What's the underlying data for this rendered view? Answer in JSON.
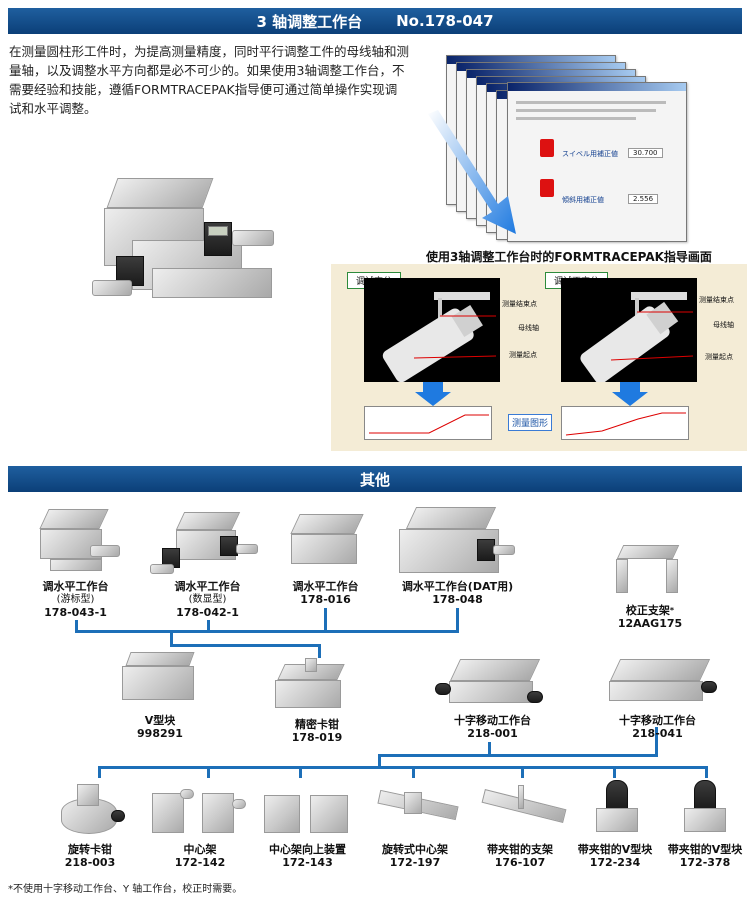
{
  "header": {
    "title": "3 轴调整工作台",
    "number": "No.178-047"
  },
  "intro_text": "在测量圆柱形工件时，为提高测量精度，同时平行调整工件的母线轴和测量轴，以及调整水平方向都是必不可少的。如果使用3轴调整工作台，不需要经验和技能，遵循FORMTRACEPAK指导便可通过简单操作实现调试和水平调整。",
  "guide": {
    "caption": "使用3轴调整工作台时的FORMTRACEPAK指导画面",
    "window_labels": {
      "spindle": "スイベル用補正値",
      "spindle_value": "30.700",
      "tilt": "傾斜用補正値",
      "tilt_value": "2.556"
    }
  },
  "demo": {
    "left_tag": "调试充分",
    "right_tag": "调试不充分",
    "measure_start": "测量结束点",
    "generatrix": "母线轴",
    "measure_begin": "测量起点",
    "graph_label": "测量图形"
  },
  "section2": {
    "title": "其他"
  },
  "products": [
    {
      "name": "调水平工作台",
      "sub": "(游标型)",
      "code": "178-043-1"
    },
    {
      "name": "调水平工作台",
      "sub": "(数显型)",
      "code": "178-042-1"
    },
    {
      "name": "调水平工作台",
      "sub": "",
      "code": "178-016"
    },
    {
      "name": "调水平工作台(DAT用)",
      "sub": "",
      "code": "178-048"
    },
    {
      "name": "校正支架",
      "sub": "",
      "code": "12AAG175",
      "mark": "*"
    },
    {
      "name": "V型块",
      "sub": "",
      "code": "998291"
    },
    {
      "name": "精密卡钳",
      "sub": "",
      "code": "178-019"
    },
    {
      "name": "十字移动工作台",
      "sub": "",
      "code": "218-001"
    },
    {
      "name": "十字移动工作台",
      "sub": "",
      "code": "218-041"
    },
    {
      "name": "旋转卡钳",
      "sub": "",
      "code": "218-003"
    },
    {
      "name": "中心架",
      "sub": "",
      "code": "172-142"
    },
    {
      "name": "中心架向上装置",
      "sub": "",
      "code": "172-143"
    },
    {
      "name": "旋转式中心架",
      "sub": "",
      "code": "172-197"
    },
    {
      "name": "带夹钳的支架",
      "sub": "",
      "code": "176-107"
    },
    {
      "name": "带夹钳的V型块",
      "sub": "",
      "code": "172-234"
    },
    {
      "name": "带夹钳的V型块",
      "sub": "",
      "code": "172-378"
    }
  ],
  "footnote": "*不使用十字移动工作台、Y 轴工作台，校正时需要。",
  "colors": {
    "banner": "#0b3f78",
    "connector": "#1d6fb8",
    "arrow": "#1f7ae0",
    "panel": "#f4ecd6"
  }
}
